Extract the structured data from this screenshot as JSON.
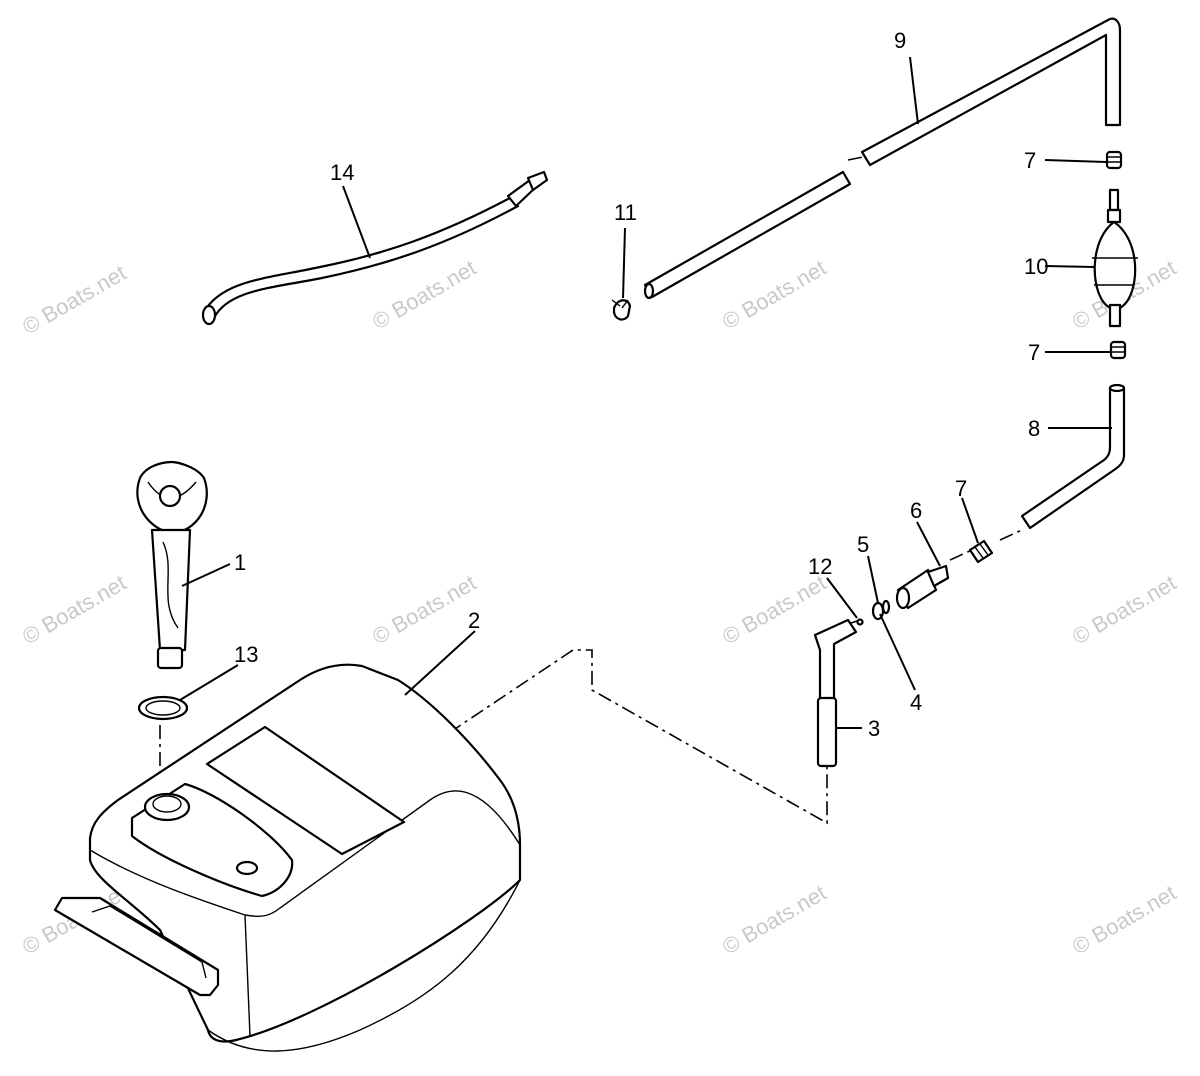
{
  "watermark": {
    "text": "© Boats.net"
  },
  "callouts": [
    {
      "id": "1",
      "text": "1"
    },
    {
      "id": "2",
      "text": "2"
    },
    {
      "id": "3",
      "text": "3"
    },
    {
      "id": "4",
      "text": "4"
    },
    {
      "id": "5",
      "text": "5"
    },
    {
      "id": "6",
      "text": "6"
    },
    {
      "id": "7a",
      "text": "7"
    },
    {
      "id": "7b",
      "text": "7"
    },
    {
      "id": "7c",
      "text": "7"
    },
    {
      "id": "8",
      "text": "8"
    },
    {
      "id": "9",
      "text": "9"
    },
    {
      "id": "10",
      "text": "10"
    },
    {
      "id": "11",
      "text": "11"
    },
    {
      "id": "12",
      "text": "12"
    },
    {
      "id": "13",
      "text": "13"
    },
    {
      "id": "14",
      "text": "14"
    }
  ]
}
